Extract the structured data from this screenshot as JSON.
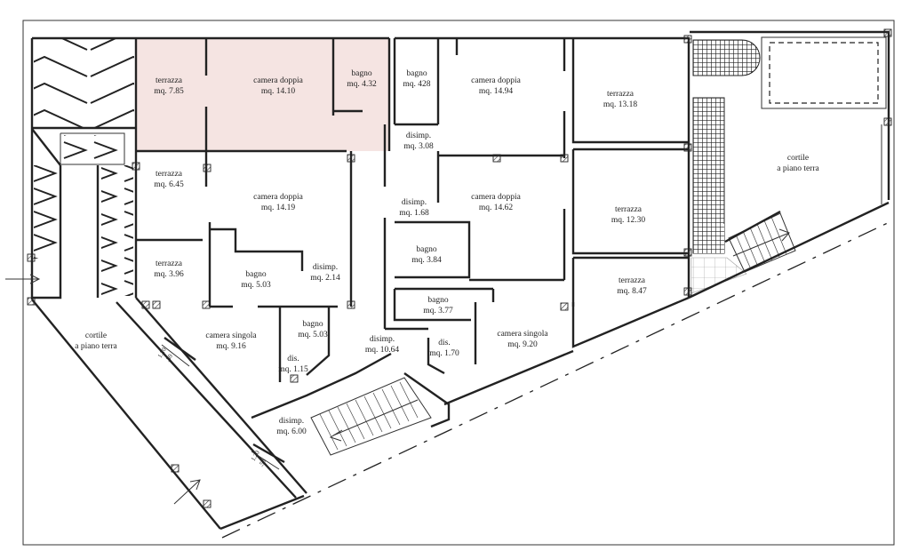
{
  "rooms": {
    "terrazza_1": {
      "name": "terrazza",
      "area": "mq. 7.85"
    },
    "camera_doppia_1": {
      "name": "camera doppia",
      "area": "mq. 14.10"
    },
    "bagno_1": {
      "name": "bagno",
      "area": "mq. 4.32"
    },
    "bagno_2": {
      "name": "bagno",
      "area": "mq. 428"
    },
    "camera_doppia_2": {
      "name": "camera doppia",
      "area": "mq. 14.94"
    },
    "terrazza_2": {
      "name": "terrazza",
      "area": "mq. 13.18"
    },
    "disimp_1": {
      "name": "disimp.",
      "area": "mq. 3.08"
    },
    "terrazza_3": {
      "name": "terrazza",
      "area": "mq. 6.45"
    },
    "camera_doppia_3": {
      "name": "camera doppia",
      "area": "mq. 14.19"
    },
    "disimp_2": {
      "name": "disimp.",
      "area": "mq. 1.68"
    },
    "camera_doppia_4": {
      "name": "camera doppia",
      "area": "mq. 14.62"
    },
    "terrazza_4": {
      "name": "terrazza",
      "area": "mq. 12.30"
    },
    "bagno_3": {
      "name": "bagno",
      "area": "mq. 3.84"
    },
    "terrazza_5": {
      "name": "terrazza",
      "area": "mq. 3.96"
    },
    "bagno_4": {
      "name": "bagno",
      "area": "mq. 5.03"
    },
    "disimp_3": {
      "name": "disimp.",
      "area": "mq. 2.14"
    },
    "terrazza_6": {
      "name": "terrazza",
      "area": "mq. 8.47"
    },
    "bagno_5": {
      "name": "bagno",
      "area": "mq. 3.77"
    },
    "camera_singola_1": {
      "name": "camera singola",
      "area": "mq. 9.16"
    },
    "bagno_6": {
      "name": "bagno",
      "area": "mq. 5.03"
    },
    "dis_1": {
      "name": "dis.",
      "area": "mq. 1.15"
    },
    "disimp_4": {
      "name": "disimp.",
      "area": "mq. 10.64"
    },
    "dis_2": {
      "name": "dis.",
      "area": "mq. 1.70"
    },
    "camera_singola_2": {
      "name": "camera singola",
      "area": "mq. 9.20"
    },
    "disimp_5": {
      "name": "disimp.",
      "area": "mq. 6.00"
    },
    "cortile_1": {
      "name": "cortile",
      "area": "a piano terra"
    },
    "cortile_2": {
      "name": "cortile",
      "area": "a piano terra"
    }
  },
  "dimensions": {
    "stair_a_1": "1.20",
    "stair_a_2": ".30",
    "stair_b_1": "1.20",
    "stair_b_2": ".50"
  },
  "colors": {
    "highlight_fill": "#f5e4e2",
    "line": "#222222"
  }
}
